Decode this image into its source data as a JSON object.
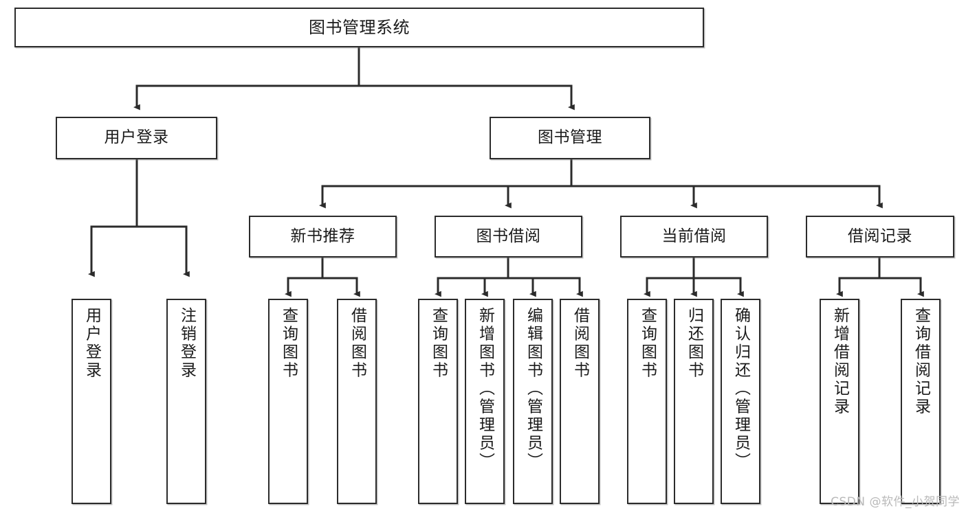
{
  "diagram": {
    "title": "图书管理系统",
    "type": "hierarchy-tree",
    "orientation": "top-down",
    "watermark": "CSDN @软件_小贺同学",
    "colors": {
      "box_border": "#2b2b2b",
      "box_fill": "#ffffff",
      "connector": "#2b2b2b",
      "text": "#1a1a1a",
      "watermark": "#b9b9b9"
    },
    "nodes": {
      "root": {
        "label": "图书管理系统",
        "level": 1
      },
      "level2": [
        {
          "id": "user-login",
          "label": "用户登录"
        },
        {
          "id": "book-management",
          "label": "图书管理"
        }
      ],
      "level3": [
        {
          "id": "new-book-recommend",
          "label": "新书推荐",
          "parent": "book-management"
        },
        {
          "id": "book-borrow",
          "label": "图书借阅",
          "parent": "book-management"
        },
        {
          "id": "current-borrow",
          "label": "当前借阅",
          "parent": "book-management"
        },
        {
          "id": "borrow-record",
          "label": "借阅记录",
          "parent": "book-management"
        }
      ],
      "leaves": {
        "user-login": [
          {
            "id": "leaf-user-login",
            "label": "用户登录"
          },
          {
            "id": "leaf-logout",
            "label": "注销登录"
          }
        ],
        "new-book-recommend": [
          {
            "id": "leaf-query-book-1",
            "label": "查询图书"
          },
          {
            "id": "leaf-borrow-book-1",
            "label": "借阅图书"
          }
        ],
        "book-borrow": [
          {
            "id": "leaf-query-book-2",
            "label": "查询图书"
          },
          {
            "id": "leaf-add-book",
            "label": "新增图书（管理员）"
          },
          {
            "id": "leaf-edit-book",
            "label": "编辑图书（管理员）"
          },
          {
            "id": "leaf-borrow-book-2",
            "label": "借阅图书"
          }
        ],
        "current-borrow": [
          {
            "id": "leaf-query-book-3",
            "label": "查询图书"
          },
          {
            "id": "leaf-return-book",
            "label": "归还图书"
          },
          {
            "id": "leaf-confirm-return",
            "label": "确认归还（管理员）"
          }
        ],
        "borrow-record": [
          {
            "id": "leaf-add-record",
            "label": "新增借阅记录"
          },
          {
            "id": "leaf-query-record",
            "label": "查询借阅记录"
          }
        ]
      }
    }
  }
}
